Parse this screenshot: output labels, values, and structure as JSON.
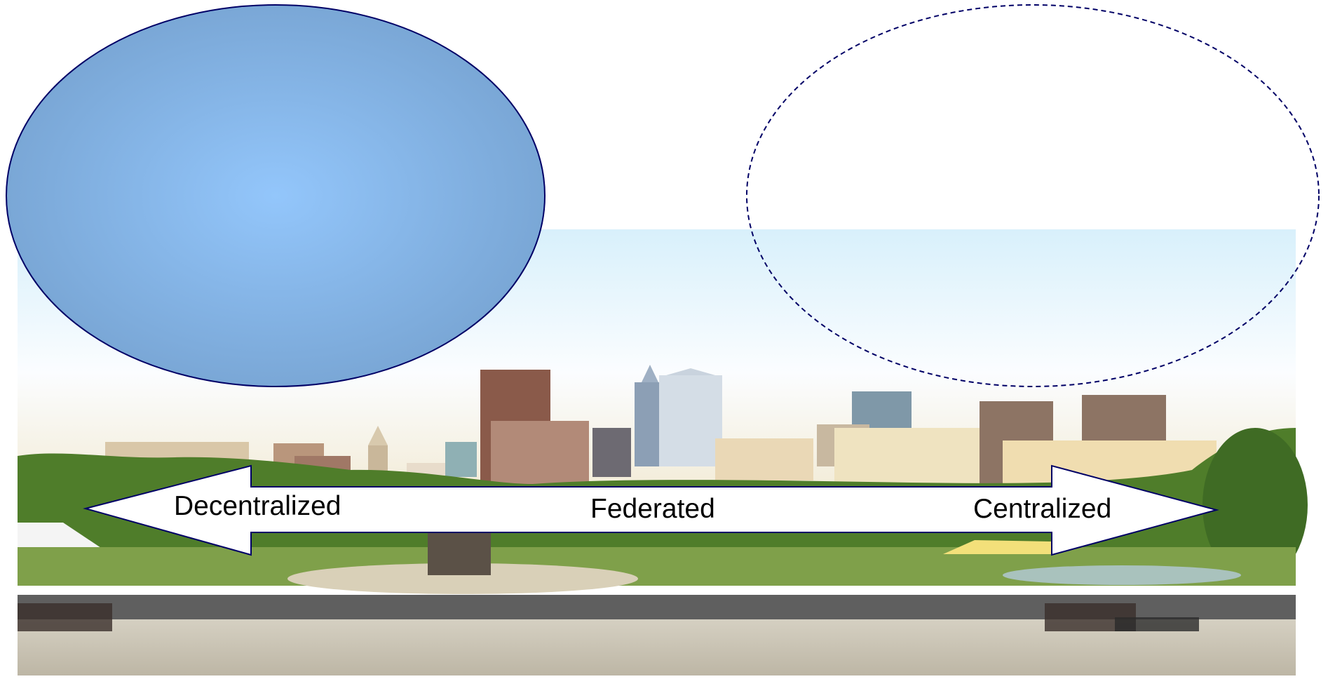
{
  "spectrum": {
    "left_label": "Decentralized",
    "middle_label": "Federated",
    "right_label": "Centralized"
  },
  "colors": {
    "ellipse_fill_center": "#93c6fb",
    "ellipse_fill_edge": "#7aa7d6",
    "outline": "#000066",
    "sky_top": "#dff2fb",
    "sky_bottom": "#f7f3e8",
    "trees": "#4f7d2a",
    "road": "#5f5f5f",
    "plaza": "#c9c3b3"
  },
  "scene": {
    "photo": "philadelphia-skyline-photo"
  }
}
